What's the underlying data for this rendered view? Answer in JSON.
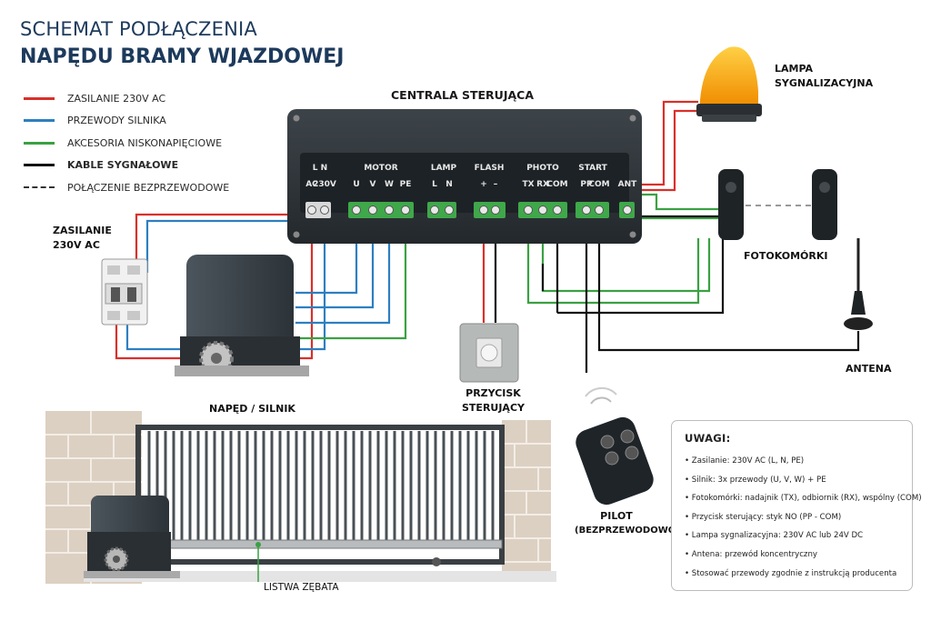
{
  "title": {
    "line1": "SCHEMAT PODŁĄCZENIA",
    "line2": "NAPĘDU BRAMY WJAZDOWEJ"
  },
  "legend": [
    {
      "label": "ZASILANIE 230V AC",
      "color": "#d9302a",
      "style": "solid"
    },
    {
      "label": "PRZEWODY SILNIKA",
      "color": "#2d7fc1",
      "style": "solid"
    },
    {
      "label": "AKCESORIA NISKONAPIĘCIOWE",
      "color": "#3aa142",
      "style": "solid"
    },
    {
      "label": "KABLE SYGNAŁOWE",
      "color": "#111111",
      "style": "solid"
    },
    {
      "label": "POŁĄCZENIE BEZPRZEWODOWE",
      "color": "#333333",
      "style": "dashed"
    }
  ],
  "controller": {
    "title": "CENTRALA STERUJĄCA",
    "groups": [
      "L  N",
      "MOTOR",
      "LAMP",
      "FLASH",
      "PHOTO",
      "START",
      ""
    ],
    "terminals": [
      "AC",
      "230V",
      "U",
      "V",
      "W",
      "PE",
      "L",
      "N",
      "+",
      "–",
      "TX",
      "RX",
      "COM",
      "PP",
      "COM",
      "ANT"
    ]
  },
  "components": {
    "supply": [
      "ZASILANIE",
      "230V AC"
    ],
    "motor": "NAPĘD / SILNIK",
    "button": [
      "PRZYCISK",
      "STERUJĄCY"
    ],
    "lamp": [
      "LAMPA",
      "SYGNALIZACYJNA"
    ],
    "photocells": "FOTOKOMÓRKI",
    "antenna": "ANTENA",
    "remote": [
      "PILOT",
      "(BEZPRZEWODOWO)"
    ],
    "rack": "LISTWA ZĘBATA"
  },
  "notes": {
    "heading": "UWAGI:",
    "items": [
      "• Zasilanie: 230V AC (L, N, PE)",
      "• Silnik: 3x przewody (U, V, W) + PE",
      "• Fotokomórki: nadajnik (TX), odbiornik (RX), wspólny (COM)",
      "• Przycisk sterujący: styk NO (PP - COM)",
      "• Lampa sygnalizacyjna: 230V AC lub 24V DC",
      "• Antena: przewód koncentryczny",
      "• Stosować przewody zgodnie z instrukcją producenta"
    ]
  },
  "colors": {
    "red": "#d9302a",
    "blue": "#2d7fc1",
    "green": "#3aa142",
    "black": "#111111",
    "title": "#1d3a5c"
  }
}
